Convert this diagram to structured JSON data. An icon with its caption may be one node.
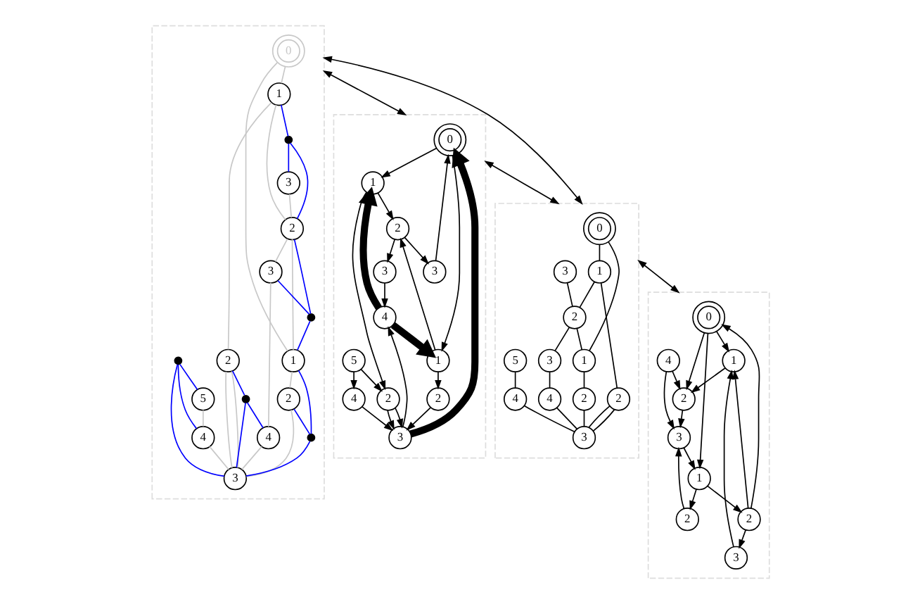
{
  "diagram": {
    "nodes": [
      {
        "text": [],
        "shape": "box"
      },
      {
        "text": [
          "0"
        ],
        "in": 0
      },
      {
        "text": [
          "3"
        ],
        "in": 0
      },
      {
        "text": [
          "1"
        ],
        "in": 0
      },
      {
        "text": [
          "1"
        ],
        "in": 0
      },
      {
        "text": [
          "2"
        ],
        "in": 0
      },
      {
        "text": [
          "3"
        ],
        "in": 0
      },
      {
        "text": [
          "2"
        ],
        "in": 0
      },
      {
        "text": [
          "4"
        ],
        "in": 0
      },
      {
        "text": [
          "2"
        ],
        "in": 0
      },
      {
        "text": [
          "5"
        ],
        "in": 0
      },
      {
        "text": [
          "4"
        ],
        "in": 0
      },
      {
        "text": [
          "3"
        ],
        "in": 0
      },
      {
        "text": [],
        "shape": "circle",
        "in": 0
      },
      {
        "text": [],
        "shape": "circle",
        "in": 0
      },
      {
        "text": [],
        "shape": "circle",
        "in": 0
      },
      {
        "text": [],
        "shape": "circle",
        "in": 0
      },
      {
        "text": [],
        "shape": "circle",
        "in": 0
      },
      {
        "text": [],
        "shape": "box"
      },
      {
        "text": [
          "0"
        ],
        "in": 18
      },
      {
        "text": [
          "3"
        ],
        "in": 18
      },
      {
        "text": [
          "1"
        ],
        "in": 18
      },
      {
        "text": [
          "1"
        ],
        "in": 18
      },
      {
        "text": [
          "2"
        ],
        "in": 18
      },
      {
        "text": [
          "3"
        ],
        "in": 18
      },
      {
        "text": [
          "2"
        ],
        "in": 18
      },
      {
        "text": [
          "4"
        ],
        "in": 18
      },
      {
        "text": [
          "2"
        ],
        "in": 18
      },
      {
        "text": [
          "5"
        ],
        "in": 18
      },
      {
        "text": [
          "4"
        ],
        "in": 18
      },
      {
        "text": [
          "3"
        ],
        "in": 18
      },
      {
        "text": [],
        "shape": "box"
      },
      {
        "text": [
          "0"
        ],
        "in": 31
      },
      {
        "text": [
          "1"
        ],
        "in": 31
      },
      {
        "text": [
          "1"
        ],
        "in": 31
      },
      {
        "text": [
          "2"
        ],
        "in": 31
      },
      {
        "text": [
          "3"
        ],
        "in": 31
      },
      {
        "text": [
          "2"
        ],
        "in": 31
      },
      {
        "text": [
          "2"
        ],
        "in": 31
      },
      {
        "text": [
          "4"
        ],
        "in": 31
      },
      {
        "text": [
          "3"
        ],
        "in": 31
      },
      {
        "text": [],
        "shape": "box"
      },
      {
        "text": [
          "0"
        ],
        "in": 41
      },
      {
        "text": [
          "1"
        ],
        "in": 41
      },
      {
        "text": [
          "1"
        ],
        "in": 41
      },
      {
        "text": [
          "3"
        ],
        "in": 41
      },
      {
        "text": [
          "2"
        ],
        "in": 41
      },
      {
        "text": [
          "3"
        ],
        "in": 41
      },
      {
        "text": [
          "2"
        ],
        "in": 41
      },
      {
        "text": [
          "4"
        ],
        "in": 41
      },
      {
        "text": [
          "2"
        ],
        "in": 41
      },
      {
        "text": [
          "5"
        ],
        "in": 41
      },
      {
        "text": [
          "4"
        ],
        "in": 41
      },
      {
        "text": [
          "3"
        ],
        "in": 41
      }
    ],
    "edges": [
      {
        "from": 1,
        "to": 3,
        "arrow": "none",
        "color": "#c8c8c8"
      },
      {
        "from": 1,
        "to": 4,
        "arrow": "none",
        "color": "#c8c8c8"
      },
      {
        "from": 3,
        "to": 5,
        "arrow": "none",
        "color": "#c8c8c8"
      },
      {
        "from": 5,
        "to": 4,
        "arrow": "none",
        "color": "#c8c8c8"
      },
      {
        "from": 2,
        "to": 5,
        "arrow": "none",
        "color": "#c8c8c8"
      },
      {
        "from": 5,
        "to": 6,
        "arrow": "none",
        "color": "#c8c8c8"
      },
      {
        "from": 6,
        "to": 8,
        "arrow": "none",
        "color": "#c8c8c8"
      },
      {
        "from": 8,
        "to": 12,
        "arrow": "none",
        "color": "#c8c8c8"
      },
      {
        "from": 3,
        "to": 7,
        "arrow": "none",
        "color": "#c8c8c8"
      },
      {
        "from": 7,
        "to": 12,
        "arrow": "none",
        "color": "#c8c8c8"
      },
      {
        "from": 7,
        "to": 12,
        "arrow": "none",
        "color": "#c8c8c8"
      },
      {
        "from": 4,
        "to": 9,
        "arrow": "none",
        "color": "#c8c8c8"
      },
      {
        "from": 9,
        "to": 12,
        "arrow": "none",
        "color": "#c8c8c8"
      },
      {
        "from": 10,
        "to": 11,
        "arrow": "none",
        "color": "#c8c8c8"
      },
      {
        "from": 11,
        "to": 12,
        "arrow": "none",
        "color": "#c8c8c8"
      },
      {
        "from": 3,
        "to": 13,
        "arrow": "none",
        "color": "#0000ff"
      },
      {
        "from": 13,
        "to": 2,
        "arrow": "none",
        "color": "#0000ff"
      },
      {
        "from": 13,
        "to": 5,
        "arrow": "none",
        "color": "#0000ff"
      },
      {
        "from": 5,
        "to": 15,
        "arrow": "none",
        "color": "#0000ff"
      },
      {
        "from": 6,
        "to": 15,
        "arrow": "none",
        "color": "#0000ff"
      },
      {
        "from": 15,
        "to": 4,
        "arrow": "none",
        "color": "#0000ff"
      },
      {
        "from": 4,
        "to": 17,
        "arrow": "none",
        "color": "#0000ff"
      },
      {
        "from": 9,
        "to": 17,
        "arrow": "none",
        "color": "#0000ff"
      },
      {
        "from": 17,
        "to": 12,
        "arrow": "none",
        "color": "#0000ff"
      },
      {
        "from": 7,
        "to": 14,
        "arrow": "none",
        "color": "#0000ff"
      },
      {
        "from": 14,
        "to": 8,
        "arrow": "none",
        "color": "#0000ff"
      },
      {
        "from": 14,
        "to": 12,
        "arrow": "none",
        "color": "#0000ff"
      },
      {
        "from": 16,
        "to": 10,
        "arrow": "none",
        "color": "#0000ff"
      },
      {
        "from": 16,
        "to": 11,
        "arrow": "none",
        "color": "#0000ff"
      },
      {
        "from": 16,
        "to": 12,
        "arrow": "none",
        "color": "#0000ff"
      },
      {
        "from": 19,
        "to": 21,
        "arrow": "none"
      },
      {
        "from": 19,
        "to": 22,
        "arrow": "none"
      },
      {
        "from": 21,
        "to": 23,
        "arrow": "none"
      },
      {
        "from": 23,
        "to": 22,
        "arrow": "none"
      },
      {
        "from": 20,
        "to": 23,
        "arrow": "none"
      },
      {
        "from": 23,
        "to": 24,
        "arrow": "none"
      },
      {
        "from": 24,
        "to": 26,
        "arrow": "none"
      },
      {
        "from": 26,
        "to": 30,
        "arrow": "none"
      },
      {
        "from": 21,
        "to": 25,
        "arrow": "none"
      },
      {
        "from": 25,
        "to": 30,
        "arrow": "none"
      },
      {
        "from": 25,
        "to": 30,
        "arrow": "none"
      },
      {
        "from": 22,
        "to": 27,
        "arrow": "none"
      },
      {
        "from": 27,
        "to": 30,
        "arrow": "none"
      },
      {
        "from": 28,
        "to": 29,
        "arrow": "none"
      },
      {
        "from": 29,
        "to": 30,
        "arrow": "none"
      },
      {
        "from": 32,
        "to": 37,
        "arrow": "to"
      },
      {
        "from": 32,
        "to": 33,
        "arrow": "to"
      },
      {
        "from": 33,
        "to": 37,
        "arrow": "to"
      },
      {
        "from": 35,
        "to": 32,
        "arrow": "to"
      },
      {
        "from": 32,
        "to": 34,
        "arrow": "to"
      },
      {
        "from": 34,
        "to": 35,
        "arrow": "to"
      },
      {
        "from": 35,
        "to": 33,
        "arrow": "to"
      },
      {
        "from": 36,
        "to": 33,
        "arrow": "to"
      },
      {
        "from": 35,
        "to": 36,
        "arrow": "to"
      },
      {
        "from": 34,
        "to": 38,
        "arrow": "to"
      },
      {
        "from": 38,
        "to": 40,
        "arrow": "to"
      },
      {
        "from": 40,
        "to": 34,
        "arrow": "to"
      },
      {
        "from": 37,
        "to": 40,
        "arrow": "to"
      },
      {
        "from": 39,
        "to": 37,
        "arrow": "to"
      },
      {
        "from": 39,
        "to": 40,
        "arrow": "to"
      },
      {
        "from": 42,
        "to": 43,
        "arrow": "to"
      },
      {
        "from": 53,
        "to": 42,
        "arrow": "to",
        "style": "thick"
      },
      {
        "from": 45,
        "to": 42,
        "arrow": "to"
      },
      {
        "from": 42,
        "to": 44,
        "arrow": "to"
      },
      {
        "from": 43,
        "to": 46,
        "arrow": "to"
      },
      {
        "from": 44,
        "to": 46,
        "arrow": "to"
      },
      {
        "from": 46,
        "to": 45,
        "arrow": "to"
      },
      {
        "from": 46,
        "to": 47,
        "arrow": "to"
      },
      {
        "from": 47,
        "to": 49,
        "arrow": "to"
      },
      {
        "from": 43,
        "to": 48,
        "arrow": "to"
      },
      {
        "from": 49,
        "to": 43,
        "arrow": "to",
        "style": "thick"
      },
      {
        "from": 49,
        "to": 44,
        "arrow": "to",
        "style": "thick"
      },
      {
        "from": 44,
        "to": 50,
        "arrow": "to"
      },
      {
        "from": 50,
        "to": 53,
        "arrow": "to"
      },
      {
        "from": 53,
        "to": 49,
        "arrow": "to"
      },
      {
        "from": 48,
        "to": 53,
        "arrow": "to"
      },
      {
        "from": 48,
        "to": 53,
        "arrow": "to"
      },
      {
        "from": 51,
        "to": 48,
        "arrow": "to"
      },
      {
        "from": 51,
        "to": 52,
        "arrow": "to"
      },
      {
        "from": 52,
        "to": 53,
        "arrow": "to"
      },
      {
        "from": 0,
        "to": 18,
        "arrow": "both"
      },
      {
        "from": 0,
        "to": 41,
        "arrow": "both"
      },
      {
        "from": 41,
        "to": 18,
        "arrow": "both"
      },
      {
        "from": 18,
        "to": 31,
        "arrow": "both"
      }
    ]
  }
}
